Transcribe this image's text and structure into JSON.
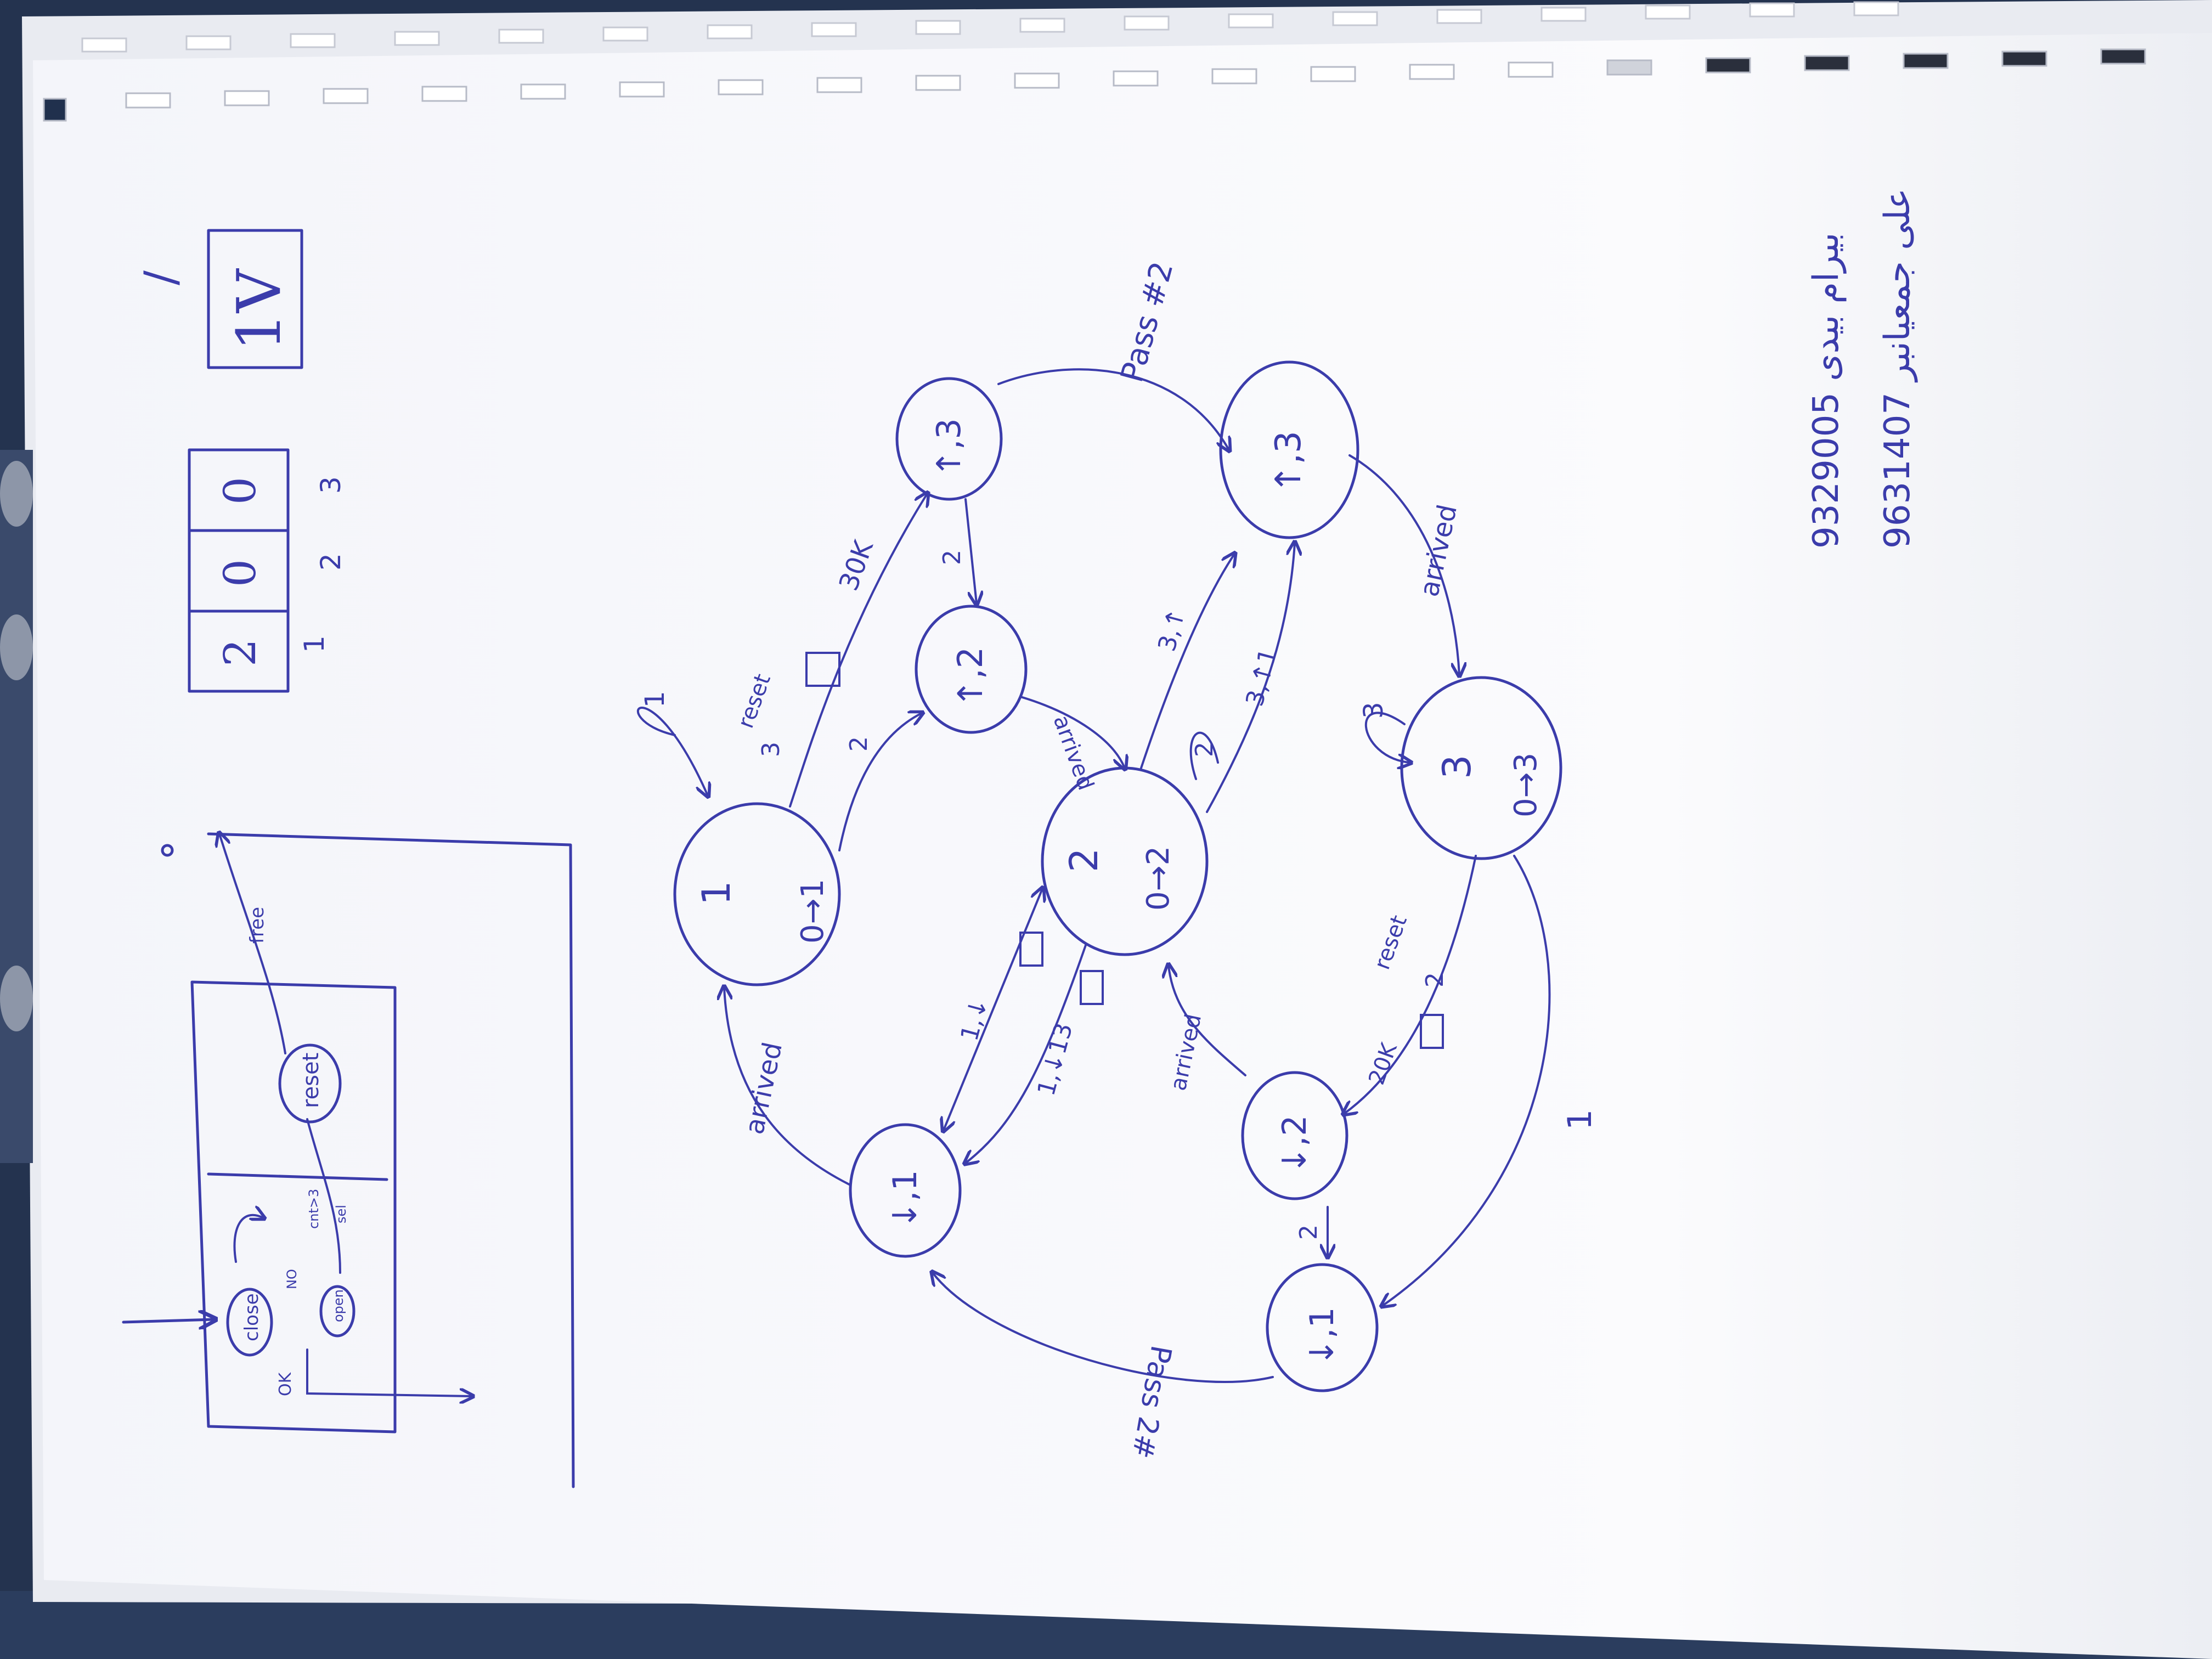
{
  "scene": {
    "description_colors": {
      "ink": "#3b3cab",
      "paper": "#fbfbfd",
      "desk": "#23324f"
    }
  },
  "sketch": {
    "close_state": "close",
    "open_state": "open",
    "reset_state": "reset",
    "free_label": "free",
    "ok_label": "OK",
    "no_label": "NO",
    "cnt_label": "cnt>3",
    "sel_label": "sel"
  },
  "table": {
    "cells": [
      "2",
      "0",
      "0"
    ],
    "indices": [
      "1",
      "2",
      "3"
    ],
    "right_box": "1V",
    "tick": "/"
  },
  "names": {
    "line1": "بیرام بیدی 9329005",
    "line2": "علی جمعیانبر 9631407"
  },
  "fsm": {
    "states": [
      {
        "id": "s1",
        "label": "1",
        "sub": "0→1"
      },
      {
        "id": "s2",
        "label": "2",
        "sub": "0→2"
      },
      {
        "id": "s3",
        "label": "3",
        "sub": "0→3"
      },
      {
        "id": "u12",
        "label": "↑,2"
      },
      {
        "id": "u13",
        "label": "↑,3"
      },
      {
        "id": "u13b",
        "label": "↑,3"
      },
      {
        "id": "d11",
        "label": "↓,1"
      },
      {
        "id": "d12",
        "label": "↓,2"
      },
      {
        "id": "d11b",
        "label": "↓,1"
      }
    ],
    "edges": {
      "pass2_top": "Pass #2",
      "pass2_bottom": "Pass 2#",
      "arrived_a": "arrived",
      "arrived_b": "arrived",
      "arrived_c": "arrived",
      "arrived_d": "arrived",
      "reset_a": "reset",
      "reset_b": "reset",
      "ok30": "30K",
      "ok20": "20K",
      "e1": "1",
      "e2": "2",
      "e3": "3",
      "e2b": "2",
      "e2c": "2",
      "e3b": "3",
      "e2d": "2",
      "e1b": "1",
      "e2e": "2",
      "e31": "3,↑",
      "e311": "3,↑1",
      "e1d": "1,↓",
      "e1d13": "1,↓13"
    }
  }
}
